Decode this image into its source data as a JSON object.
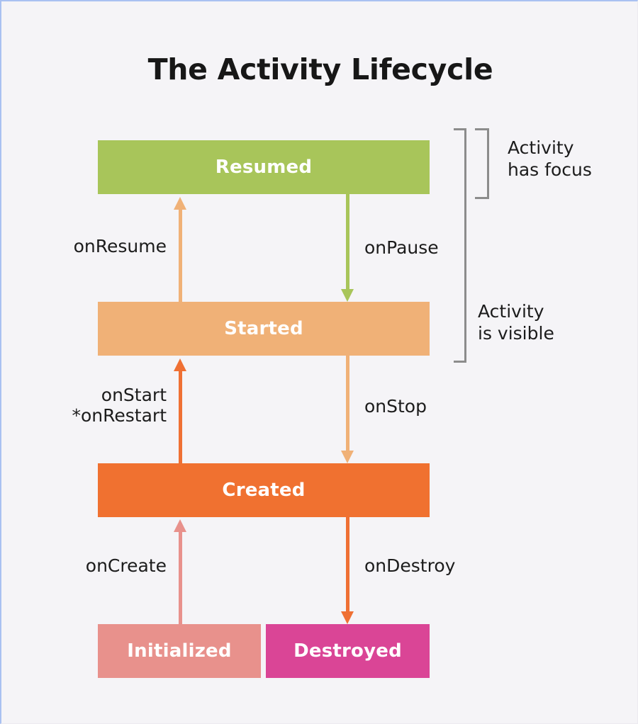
{
  "page": {
    "title": "The Activity Lifecycle",
    "background_color": "#f5f4f7",
    "border_color": "#a9c1f1"
  },
  "diagram": {
    "type": "state-lifecycle-flow",
    "states": [
      {
        "id": "resumed",
        "label": "Resumed",
        "color": "#a8c55a",
        "text_color": "#ffffff"
      },
      {
        "id": "started",
        "label": "Started",
        "color": "#f0b177",
        "text_color": "#ffffff"
      },
      {
        "id": "created",
        "label": "Created",
        "color": "#f07130",
        "text_color": "#ffffff"
      },
      {
        "id": "initialized",
        "label": "Initialized",
        "color": "#e8918c",
        "text_color": "#ffffff"
      },
      {
        "id": "destroyed",
        "label": "Destroyed",
        "color": "#da4596",
        "text_color": "#ffffff"
      }
    ],
    "transitions": [
      {
        "id": "onresume",
        "label": "onResume",
        "from": "started",
        "to": "resumed",
        "direction": "up",
        "color": "#f0b177"
      },
      {
        "id": "onpause",
        "label": "onPause",
        "from": "resumed",
        "to": "started",
        "direction": "down",
        "color": "#a8c55a"
      },
      {
        "id": "onstart",
        "label": "onStart\n*onRestart",
        "from": "created",
        "to": "started",
        "direction": "up",
        "color": "#ef7034"
      },
      {
        "id": "onstop",
        "label": "onStop",
        "from": "started",
        "to": "created",
        "direction": "down",
        "color": "#f0b177"
      },
      {
        "id": "oncreate",
        "label": "onCreate",
        "from": "initialized",
        "to": "created",
        "direction": "up",
        "color": "#e8918c"
      },
      {
        "id": "ondestroy",
        "label": "onDestroy",
        "from": "created",
        "to": "destroyed",
        "direction": "down",
        "color": "#ef7034"
      }
    ],
    "scopes": [
      {
        "id": "focus",
        "label": "Activity\nhas focus",
        "covers": [
          "resumed"
        ],
        "bracket_color": "#8c8c8c"
      },
      {
        "id": "visible",
        "label": "Activity\nis visible",
        "covers": [
          "resumed",
          "started"
        ],
        "bracket_color": "#8c8c8c"
      }
    ]
  }
}
